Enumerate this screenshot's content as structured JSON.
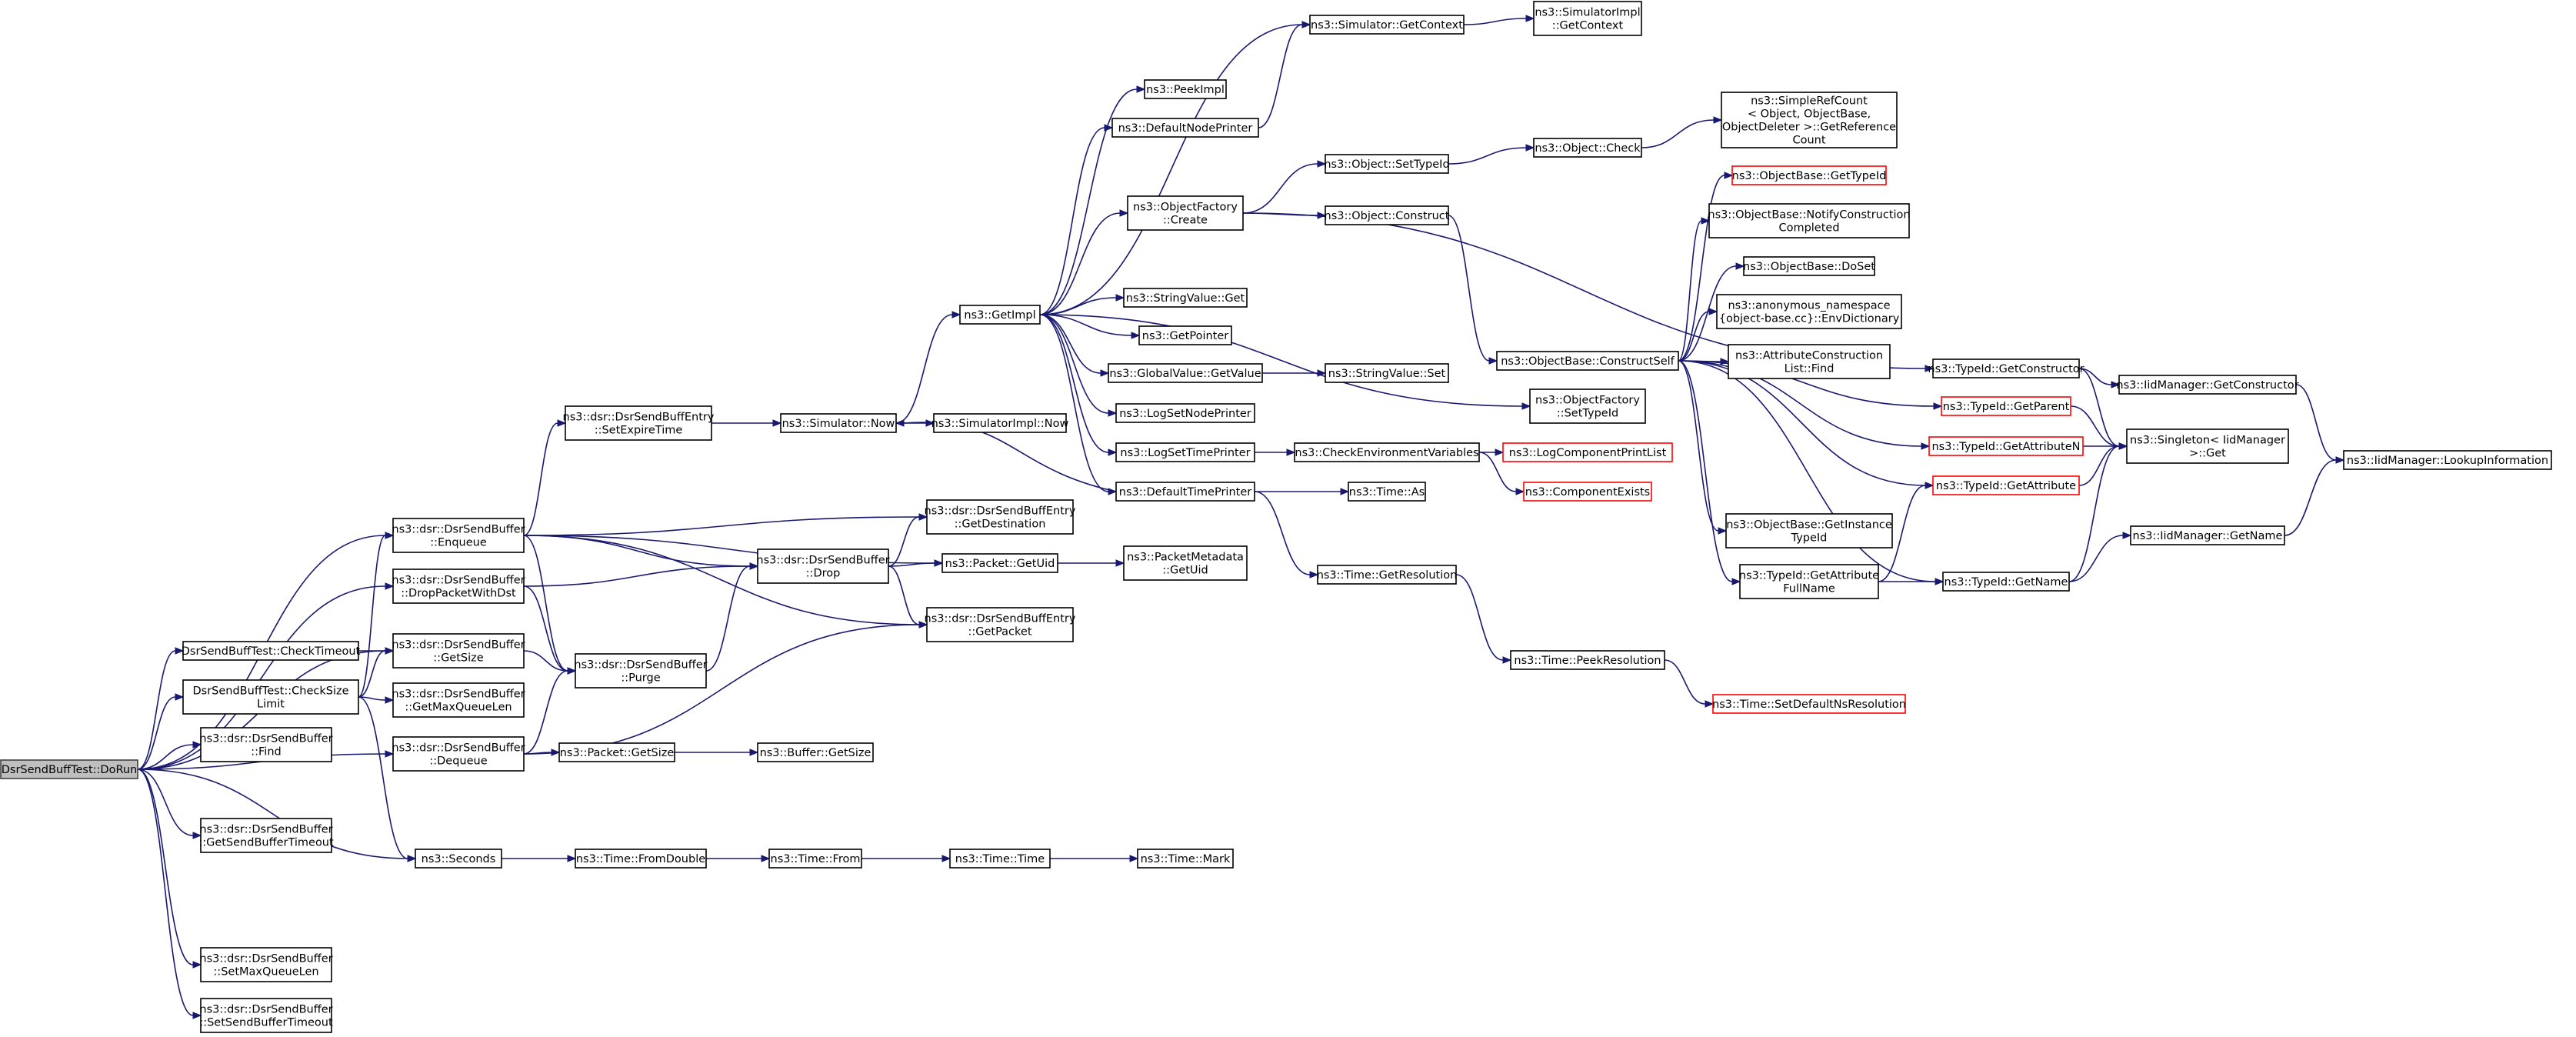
{
  "diagram": {
    "type": "call-graph",
    "nodes": [
      {
        "id": "root",
        "lines": [
          "DsrSendBuffTest::DoRun"
        ],
        "style": "root"
      },
      {
        "id": "checkTimeout",
        "lines": [
          "DsrSendBuffTest::CheckTimeout"
        ]
      },
      {
        "id": "checkSizeLimit",
        "lines": [
          "DsrSendBuffTest::CheckSize",
          "Limit"
        ]
      },
      {
        "id": "find",
        "lines": [
          "ns3::dsr::DsrSendBuffer",
          "::Find"
        ]
      },
      {
        "id": "getSendBufferTimeout",
        "lines": [
          "ns3::dsr::DsrSendBuffer",
          "::GetSendBufferTimeout"
        ]
      },
      {
        "id": "setMaxQueueLen",
        "lines": [
          "ns3::dsr::DsrSendBuffer",
          "::SetMaxQueueLen"
        ]
      },
      {
        "id": "setSendBufferTimeout",
        "lines": [
          "ns3::dsr::DsrSendBuffer",
          "::SetSendBufferTimeout"
        ]
      },
      {
        "id": "enqueue",
        "lines": [
          "ns3::dsr::DsrSendBuffer",
          "::Enqueue"
        ]
      },
      {
        "id": "dropPacketWithDst",
        "lines": [
          "ns3::dsr::DsrSendBuffer",
          "::DropPacketWithDst"
        ]
      },
      {
        "id": "getSize",
        "lines": [
          "ns3::dsr::DsrSendBuffer",
          "::GetSize"
        ]
      },
      {
        "id": "getMaxQueueLen",
        "lines": [
          "ns3::dsr::DsrSendBuffer",
          "::GetMaxQueueLen"
        ]
      },
      {
        "id": "dequeue",
        "lines": [
          "ns3::dsr::DsrSendBuffer",
          "::Dequeue"
        ]
      },
      {
        "id": "seconds",
        "lines": [
          "ns3::Seconds"
        ]
      },
      {
        "id": "setExpireTime",
        "lines": [
          "ns3::dsr::DsrSendBuffEntry",
          "::SetExpireTime"
        ]
      },
      {
        "id": "drop",
        "lines": [
          "ns3::dsr::DsrSendBuffer",
          "::Drop"
        ]
      },
      {
        "id": "purge",
        "lines": [
          "ns3::dsr::DsrSendBuffer",
          "::Purge"
        ]
      },
      {
        "id": "pktGetSize",
        "lines": [
          "ns3::Packet::GetSize"
        ]
      },
      {
        "id": "fromDouble",
        "lines": [
          "ns3::Time::FromDouble"
        ]
      },
      {
        "id": "simNow",
        "lines": [
          "ns3::Simulator::Now"
        ]
      },
      {
        "id": "getDestination",
        "lines": [
          "ns3::dsr::DsrSendBuffEntry",
          "::GetDestination"
        ]
      },
      {
        "id": "getUid",
        "lines": [
          "ns3::Packet::GetUid"
        ]
      },
      {
        "id": "getPacket",
        "lines": [
          "ns3::dsr::DsrSendBuffEntry",
          "::GetPacket"
        ]
      },
      {
        "id": "bufGetSize",
        "lines": [
          "ns3::Buffer::GetSize"
        ]
      },
      {
        "id": "timeFrom",
        "lines": [
          "ns3::Time::From"
        ]
      },
      {
        "id": "getImpl",
        "lines": [
          "ns3::GetImpl"
        ]
      },
      {
        "id": "simImplNow",
        "lines": [
          "ns3::SimulatorImpl::Now"
        ]
      },
      {
        "id": "pmGetUid",
        "lines": [
          "ns3::PacketMetadata",
          "::GetUid"
        ]
      },
      {
        "id": "timeTime",
        "lines": [
          "ns3::Time::Time"
        ]
      },
      {
        "id": "peekImpl",
        "lines": [
          "ns3::PeekImpl"
        ]
      },
      {
        "id": "defaultNodePrinter",
        "lines": [
          "ns3::DefaultNodePrinter"
        ]
      },
      {
        "id": "objFactoryCreate",
        "lines": [
          "ns3::ObjectFactory",
          "::Create"
        ]
      },
      {
        "id": "stringValueGet",
        "lines": [
          "ns3::StringValue::Get"
        ]
      },
      {
        "id": "getPointer",
        "lines": [
          "ns3::GetPointer"
        ]
      },
      {
        "id": "globalValueGetValue",
        "lines": [
          "ns3::GlobalValue::GetValue"
        ]
      },
      {
        "id": "logSetNodePrinter",
        "lines": [
          "ns3::LogSetNodePrinter"
        ]
      },
      {
        "id": "logSetTimePrinter",
        "lines": [
          "ns3::LogSetTimePrinter"
        ]
      },
      {
        "id": "defaultTimePrinter",
        "lines": [
          "ns3::DefaultTimePrinter"
        ]
      },
      {
        "id": "timeMark",
        "lines": [
          "ns3::Time::Mark"
        ]
      },
      {
        "id": "simGetContext",
        "lines": [
          "ns3::Simulator::GetContext"
        ]
      },
      {
        "id": "objSetTypeId",
        "lines": [
          "ns3::Object::SetTypeId"
        ]
      },
      {
        "id": "objConstruct",
        "lines": [
          "ns3::Object::Construct"
        ]
      },
      {
        "id": "stringValueSet",
        "lines": [
          "ns3::StringValue::Set"
        ]
      },
      {
        "id": "checkEnvVars",
        "lines": [
          "ns3::CheckEnvironmentVariables"
        ]
      },
      {
        "id": "timeAs",
        "lines": [
          "ns3::Time::As"
        ]
      },
      {
        "id": "timeGetResolution",
        "lines": [
          "ns3::Time::GetResolution"
        ]
      },
      {
        "id": "simImplGetContext",
        "lines": [
          "ns3::SimulatorImpl",
          "::GetContext"
        ]
      },
      {
        "id": "objCheck",
        "lines": [
          "ns3::Object::Check"
        ]
      },
      {
        "id": "constructSelf",
        "lines": [
          "ns3::ObjectBase::ConstructSelf"
        ]
      },
      {
        "id": "objFactorySetTypeId",
        "lines": [
          "ns3::ObjectFactory",
          "::SetTypeId"
        ]
      },
      {
        "id": "logComponentPrintList",
        "lines": [
          "ns3::LogComponentPrintList"
        ],
        "style": "red"
      },
      {
        "id": "componentExists",
        "lines": [
          "ns3::ComponentExists"
        ],
        "style": "red"
      },
      {
        "id": "timePeekResolution",
        "lines": [
          "ns3::Time::PeekResolution"
        ]
      },
      {
        "id": "simpleRefCountGetRef",
        "lines": [
          "ns3::SimpleRefCount",
          "< Object, ObjectBase,",
          "ObjectDeleter >::GetReference",
          "Count"
        ]
      },
      {
        "id": "objBaseGetTypeId",
        "lines": [
          "ns3::ObjectBase::GetTypeId"
        ],
        "style": "red"
      },
      {
        "id": "notifyConstructionCompleted",
        "lines": [
          "ns3::ObjectBase::NotifyConstruction",
          "Completed"
        ]
      },
      {
        "id": "objBaseDoSet",
        "lines": [
          "ns3::ObjectBase::DoSet"
        ]
      },
      {
        "id": "envDictionary",
        "lines": [
          "ns3::anonymous_namespace",
          "{object-base.cc}::EnvDictionary"
        ]
      },
      {
        "id": "attrConstructionFind",
        "lines": [
          "ns3::AttributeConstruction",
          "List::Find"
        ]
      },
      {
        "id": "getInstanceTypeId",
        "lines": [
          "ns3::ObjectBase::GetInstance",
          "TypeId"
        ]
      },
      {
        "id": "getAttributeFullName",
        "lines": [
          "ns3::TypeId::GetAttribute",
          "FullName"
        ]
      },
      {
        "id": "setDefaultNsResolution",
        "lines": [
          "ns3::Time::SetDefaultNsResolution"
        ],
        "style": "red"
      },
      {
        "id": "typeIdGetConstructor",
        "lines": [
          "ns3::TypeId::GetConstructor"
        ]
      },
      {
        "id": "typeIdGetParent",
        "lines": [
          "ns3::TypeId::GetParent"
        ],
        "style": "red"
      },
      {
        "id": "typeIdGetAttributeN",
        "lines": [
          "ns3::TypeId::GetAttributeN"
        ],
        "style": "red"
      },
      {
        "id": "typeIdGetAttribute",
        "lines": [
          "ns3::TypeId::GetAttribute"
        ],
        "style": "red"
      },
      {
        "id": "typeIdGetName",
        "lines": [
          "ns3::TypeId::GetName"
        ]
      },
      {
        "id": "iidGetConstructor",
        "lines": [
          "ns3::IidManager::GetConstructor"
        ]
      },
      {
        "id": "singletonGet",
        "lines": [
          "ns3::Singleton< IidManager",
          ">::Get"
        ]
      },
      {
        "id": "iidGetName",
        "lines": [
          "ns3::IidManager::GetName"
        ]
      },
      {
        "id": "iidLookupInformation",
        "lines": [
          "ns3::IidManager::LookupInformation"
        ]
      }
    ],
    "edges": [
      [
        "root",
        "enqueue"
      ],
      [
        "root",
        "dropPacketWithDst"
      ],
      [
        "root",
        "checkTimeout"
      ],
      [
        "root",
        "getSize"
      ],
      [
        "root",
        "checkSizeLimit"
      ],
      [
        "root",
        "find"
      ],
      [
        "root",
        "getSendBufferTimeout"
      ],
      [
        "root",
        "setMaxQueueLen"
      ],
      [
        "root",
        "setSendBufferTimeout"
      ],
      [
        "root",
        "dequeue"
      ],
      [
        "root",
        "seconds"
      ],
      [
        "checkTimeout",
        "getSize"
      ],
      [
        "checkSizeLimit",
        "enqueue"
      ],
      [
        "checkSizeLimit",
        "getSize"
      ],
      [
        "checkSizeLimit",
        "getMaxQueueLen"
      ],
      [
        "checkSizeLimit",
        "seconds"
      ],
      [
        "enqueue",
        "setExpireTime"
      ],
      [
        "enqueue",
        "drop"
      ],
      [
        "enqueue",
        "purge"
      ],
      [
        "enqueue",
        "getDestination"
      ],
      [
        "enqueue",
        "getUid"
      ],
      [
        "enqueue",
        "getPacket"
      ],
      [
        "dropPacketWithDst",
        "drop"
      ],
      [
        "dropPacketWithDst",
        "purge"
      ],
      [
        "getSize",
        "purge"
      ],
      [
        "dequeue",
        "purge"
      ],
      [
        "dequeue",
        "pktGetSize"
      ],
      [
        "dequeue",
        "getPacket"
      ],
      [
        "seconds",
        "fromDouble"
      ],
      [
        "setExpireTime",
        "simNow"
      ],
      [
        "drop",
        "getDestination"
      ],
      [
        "drop",
        "getUid"
      ],
      [
        "drop",
        "getPacket"
      ],
      [
        "purge",
        "drop"
      ],
      [
        "pktGetSize",
        "bufGetSize"
      ],
      [
        "fromDouble",
        "timeFrom"
      ],
      [
        "simNow",
        "getImpl"
      ],
      [
        "simNow",
        "simImplNow"
      ],
      [
        "getUid",
        "pmGetUid"
      ],
      [
        "timeFrom",
        "timeTime"
      ],
      [
        "timeTime",
        "timeMark"
      ],
      [
        "getImpl",
        "peekImpl"
      ],
      [
        "getImpl",
        "defaultNodePrinter"
      ],
      [
        "getImpl",
        "objFactoryCreate"
      ],
      [
        "getImpl",
        "stringValueGet"
      ],
      [
        "getImpl",
        "getPointer"
      ],
      [
        "getImpl",
        "globalValueGetValue"
      ],
      [
        "getImpl",
        "logSetNodePrinter"
      ],
      [
        "getImpl",
        "logSetTimePrinter"
      ],
      [
        "getImpl",
        "defaultTimePrinter"
      ],
      [
        "getImpl",
        "simGetContext"
      ],
      [
        "getImpl",
        "objFactorySetTypeId"
      ],
      [
        "defaultNodePrinter",
        "simGetContext"
      ],
      [
        "objFactoryCreate",
        "objSetTypeId"
      ],
      [
        "objFactoryCreate",
        "objConstruct"
      ],
      [
        "objFactoryCreate",
        "typeIdGetConstructor"
      ],
      [
        "globalValueGetValue",
        "stringValueSet"
      ],
      [
        "logSetTimePrinter",
        "checkEnvVars"
      ],
      [
        "defaultTimePrinter",
        "simNow"
      ],
      [
        "defaultTimePrinter",
        "timeAs"
      ],
      [
        "defaultTimePrinter",
        "timeGetResolution"
      ],
      [
        "simGetContext",
        "simImplGetContext"
      ],
      [
        "objSetTypeId",
        "objCheck"
      ],
      [
        "objConstruct",
        "constructSelf"
      ],
      [
        "checkEnvVars",
        "logComponentPrintList"
      ],
      [
        "checkEnvVars",
        "componentExists"
      ],
      [
        "timeGetResolution",
        "timePeekResolution"
      ],
      [
        "objCheck",
        "simpleRefCountGetRef"
      ],
      [
        "constructSelf",
        "objBaseGetTypeId"
      ],
      [
        "constructSelf",
        "notifyConstructionCompleted"
      ],
      [
        "constructSelf",
        "objBaseDoSet"
      ],
      [
        "constructSelf",
        "envDictionary"
      ],
      [
        "constructSelf",
        "attrConstructionFind"
      ],
      [
        "constructSelf",
        "getInstanceTypeId"
      ],
      [
        "constructSelf",
        "getAttributeFullName"
      ],
      [
        "constructSelf",
        "typeIdGetParent"
      ],
      [
        "constructSelf",
        "typeIdGetAttributeN"
      ],
      [
        "constructSelf",
        "typeIdGetAttribute"
      ],
      [
        "constructSelf",
        "typeIdGetName"
      ],
      [
        "timePeekResolution",
        "setDefaultNsResolution"
      ],
      [
        "getAttributeFullName",
        "typeIdGetAttribute"
      ],
      [
        "getAttributeFullName",
        "typeIdGetName"
      ],
      [
        "typeIdGetConstructor",
        "iidGetConstructor"
      ],
      [
        "typeIdGetConstructor",
        "singletonGet"
      ],
      [
        "typeIdGetParent",
        "singletonGet"
      ],
      [
        "typeIdGetAttributeN",
        "singletonGet"
      ],
      [
        "typeIdGetAttribute",
        "singletonGet"
      ],
      [
        "typeIdGetName",
        "singletonGet"
      ],
      [
        "typeIdGetName",
        "iidGetName"
      ],
      [
        "iidGetConstructor",
        "iidLookupInformation"
      ],
      [
        "iidGetName",
        "iidLookupInformation"
      ]
    ]
  }
}
